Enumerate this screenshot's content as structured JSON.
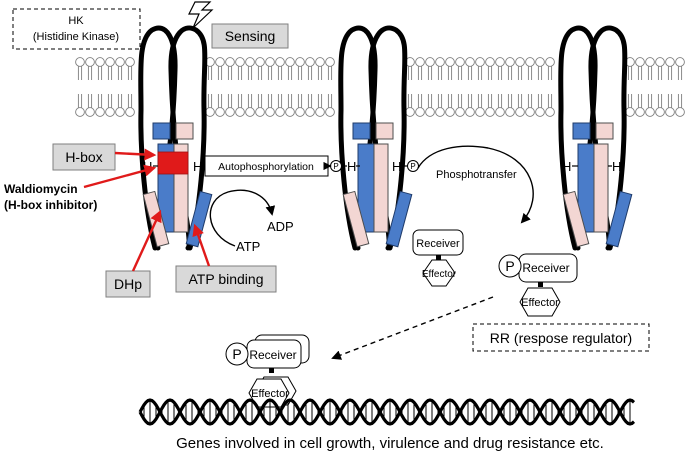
{
  "labels": {
    "hk_title": "HK",
    "hk_subtitle": "(Histidine Kinase)",
    "sensing": "Sensing",
    "h_box": "H-box",
    "waldiomycin": "Waldiomycin",
    "waldiomycin_sub": "(H-box inhibitor)",
    "dhp": "DHp",
    "atp_binding": "ATP binding",
    "autophosphorylation": "Autophosphorylation",
    "phosphotransfer": "Phosphotransfer",
    "adp": "ADP",
    "atp": "ATP",
    "h": "H",
    "p": "P",
    "receiver": "Receiver",
    "effector": "Effector",
    "rr": "RR (respose regulator)",
    "genes": "Genes involved in cell growth,  virulence and drug resistance etc."
  },
  "colors": {
    "blue_helix": "#4a7cc9",
    "pink_helix": "#f3d6d3",
    "red_highlight": "#e01a1a",
    "label_box_gray": "#d9d9d9"
  }
}
